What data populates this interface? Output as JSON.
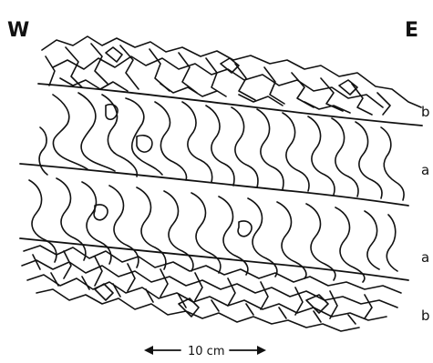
{
  "orientation": {
    "west": "W",
    "east": "E"
  },
  "units": [
    {
      "label": "b"
    },
    {
      "label": "a"
    },
    {
      "label": "a"
    },
    {
      "label": "b"
    }
  ],
  "scale_bar": {
    "text": "10 cm"
  }
}
